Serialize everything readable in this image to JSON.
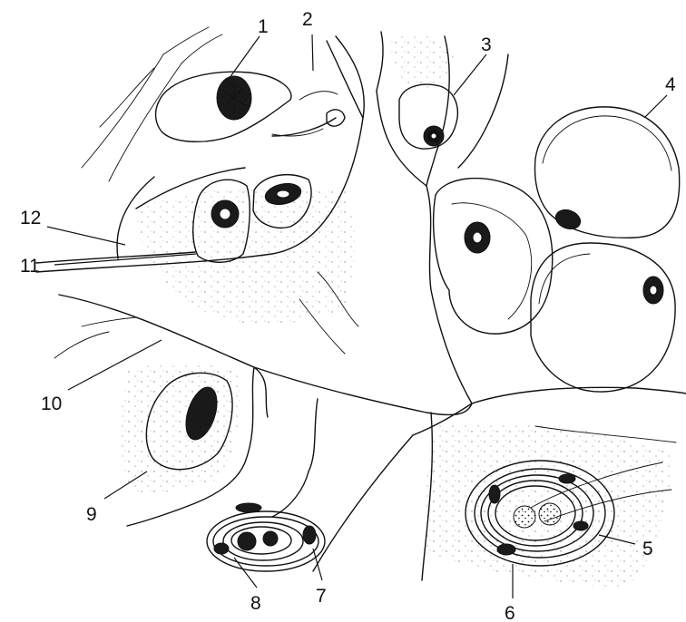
{
  "labels": [
    "1",
    "2",
    "3",
    "4",
    "5",
    "6",
    "7",
    "8",
    "9",
    "10",
    "11",
    "12"
  ],
  "colors": {
    "ink": "#111111",
    "paper": "#ffffff"
  }
}
